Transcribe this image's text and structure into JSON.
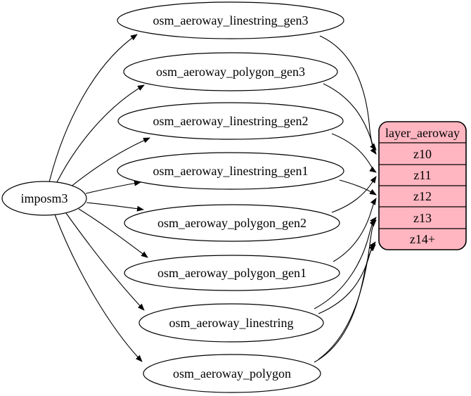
{
  "diagram": {
    "type": "etl-flow-graph",
    "source_node": {
      "label": "imposm3"
    },
    "table_nodes": [
      {
        "label": "osm_aeroway_linestring_gen3"
      },
      {
        "label": "osm_aeroway_polygon_gen3"
      },
      {
        "label": "osm_aeroway_linestring_gen2"
      },
      {
        "label": "osm_aeroway_linestring_gen1"
      },
      {
        "label": "osm_aeroway_polygon_gen2"
      },
      {
        "label": "osm_aeroway_polygon_gen1"
      },
      {
        "label": "osm_aeroway_linestring"
      },
      {
        "label": "osm_aeroway_polygon"
      }
    ],
    "layer_node": {
      "title": "layer_aeroway",
      "zoom_rows": [
        "z10",
        "z11",
        "z12",
        "z13",
        "z14+"
      ],
      "fill_color": "#ffb6c1",
      "stroke_color": "#000000"
    },
    "edges": [
      {
        "from": "imposm3",
        "to": "osm_aeroway_linestring_gen3"
      },
      {
        "from": "imposm3",
        "to": "osm_aeroway_polygon_gen3"
      },
      {
        "from": "imposm3",
        "to": "osm_aeroway_linestring_gen2"
      },
      {
        "from": "imposm3",
        "to": "osm_aeroway_linestring_gen1"
      },
      {
        "from": "imposm3",
        "to": "osm_aeroway_polygon_gen2"
      },
      {
        "from": "imposm3",
        "to": "osm_aeroway_polygon_gen1"
      },
      {
        "from": "imposm3",
        "to": "osm_aeroway_linestring"
      },
      {
        "from": "imposm3",
        "to": "osm_aeroway_polygon"
      },
      {
        "from": "osm_aeroway_linestring_gen3",
        "to": "z10"
      },
      {
        "from": "osm_aeroway_polygon_gen3",
        "to": "z10"
      },
      {
        "from": "osm_aeroway_linestring_gen2",
        "to": "z11"
      },
      {
        "from": "osm_aeroway_polygon_gen2",
        "to": "z11"
      },
      {
        "from": "osm_aeroway_linestring_gen1",
        "to": "z12"
      },
      {
        "from": "osm_aeroway_polygon_gen1",
        "to": "z12"
      },
      {
        "from": "osm_aeroway_linestring",
        "to": "z13"
      },
      {
        "from": "osm_aeroway_linestring",
        "to": "z14+"
      },
      {
        "from": "osm_aeroway_polygon",
        "to": "z13"
      },
      {
        "from": "osm_aeroway_polygon",
        "to": "z14+"
      }
    ]
  }
}
